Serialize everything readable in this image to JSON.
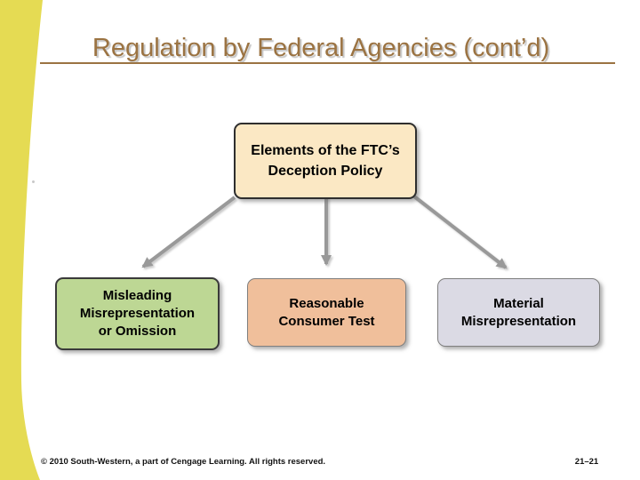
{
  "slide": {
    "title": "Regulation by Federal Agencies (cont’d)",
    "title_color": "#9B7342",
    "accent_color": "#E5DB53",
    "background_color": "#FFFFFF"
  },
  "diagram": {
    "root": {
      "label": "Elements of the FTC’s\nDeception Policy",
      "fill": "#FBE8C4"
    },
    "children": [
      {
        "label": "Misleading\nMisrepresentation\nor Omission",
        "fill": "#BDD794"
      },
      {
        "label": "Reasonable\nConsumer Test",
        "fill": "#F0BF9B"
      },
      {
        "label": "Material\nMisrepresentation",
        "fill": "#DBDAE4"
      }
    ],
    "connector_color": "#999999"
  },
  "footer": {
    "copyright": "© 2010 South-Western, a part of Cengage Learning. All rights reserved.",
    "page_number": "21–21"
  }
}
